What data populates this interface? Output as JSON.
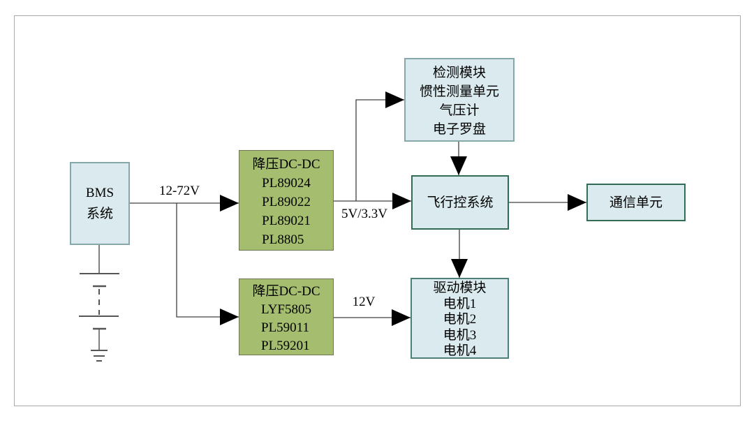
{
  "nodes": {
    "bms": {
      "lines": [
        "BMS",
        "系统"
      ]
    },
    "dcdc_top": {
      "title": "降压DC-DC",
      "parts": [
        "PL89024",
        "PL89022",
        "PL89021",
        "PL8805"
      ]
    },
    "dcdc_bottom": {
      "title": "降压DC-DC",
      "parts": [
        "LYF5805",
        "PL59011",
        "PL59201"
      ]
    },
    "sensors": {
      "lines": [
        "检测模块",
        "惯性测量单元",
        "气压计",
        "电子罗盘"
      ]
    },
    "flight": {
      "label": "飞行控系统"
    },
    "comm": {
      "label": "通信单元"
    },
    "drive": {
      "lines": [
        "驱动模块",
        "电机1",
        "电机2",
        "电机3",
        "电机4"
      ]
    }
  },
  "wire_labels": {
    "bms_out": "12-72V",
    "dcdc_top_out": "5V/3.3V",
    "dcdc_bottom_out": "12V"
  },
  "colors": {
    "blue_fill": "#daeaee",
    "green_fill": "#a4bd6e",
    "teal_border": "#86a8a8",
    "dark_green_border": "#2f6e54",
    "drive_border": "#4c8078",
    "green_border": "#6b7552",
    "frame_border": "#a9a9a9",
    "wire": "#404040",
    "arrow": "#000000",
    "symbol": "#555555"
  }
}
